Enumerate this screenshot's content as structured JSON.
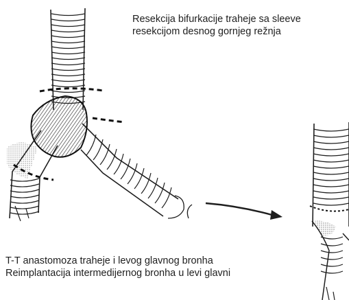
{
  "captions": {
    "top": [
      "Resekcija bifurkacije traheje sa sleeve",
      "resekcijom desnog gornjeg režnja"
    ],
    "bottom": [
      "T-T anastomoza traheje i levog glavnog bronha",
      "Reimplantacija intermedijernog bronha u levi glavni"
    ]
  },
  "colors": {
    "ink": "#1e1e1e",
    "background": "#ffffff"
  },
  "icons": {
    "arrow": "arrow-right-icon"
  }
}
